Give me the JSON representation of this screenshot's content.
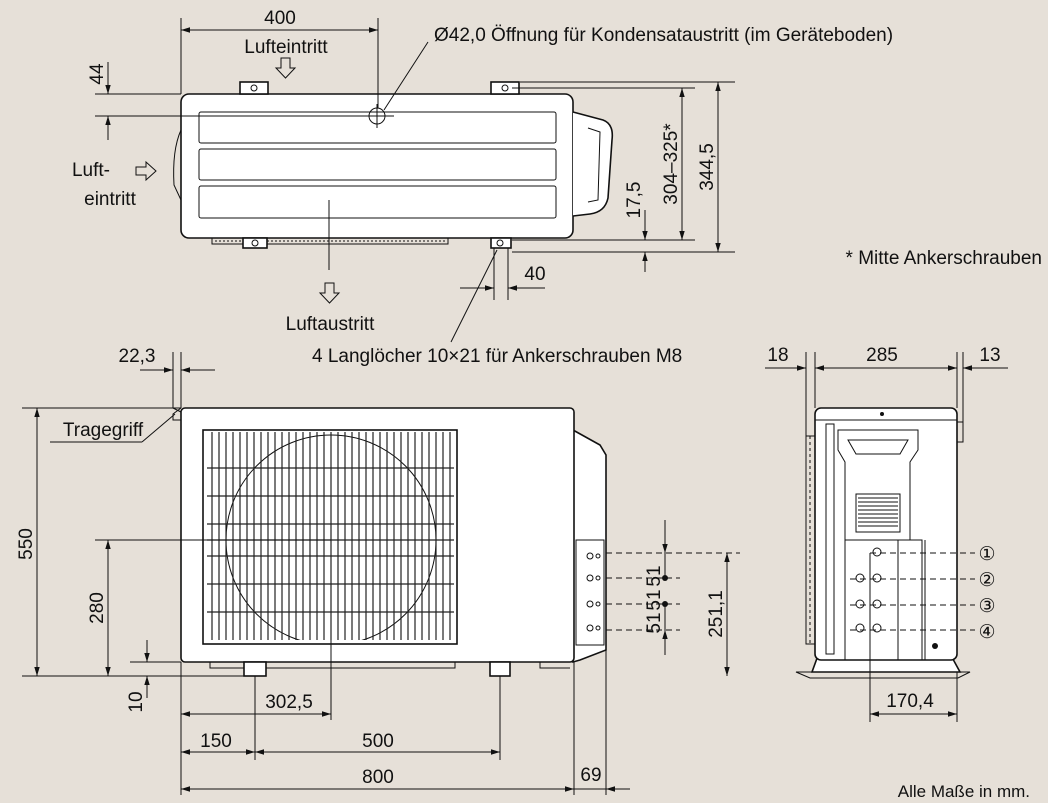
{
  "top_view": {
    "dim_width": "400",
    "dim_top_offset": "44",
    "dim_center_height": "304–325*",
    "dim_total_depth": "344,5",
    "dim_foot_offset": "17,5",
    "dim_slot_width": "40",
    "drain_label": "Ø42,0 Öffnung für Kondensataustritt (im Geräteboden)",
    "air_inlet_top": "Lufteintritt",
    "air_inlet_side_1": "Luft-",
    "air_inlet_side_2": "eintritt",
    "air_outlet": "Luftaustritt",
    "slots_label": "4 Langlöcher 10×21 für Ankerschrauben M8",
    "footnote": "* Mitte Ankerschrauben"
  },
  "front_view": {
    "dim_handle": "22,3",
    "handle_label": "Tragegriff",
    "dim_height": "550",
    "dim_fan_center": "280",
    "dim_bottom": "10",
    "dim_fan_x": "302,5",
    "dim_left_foot": "150",
    "dim_foot_spacing": "500",
    "dim_total_width": "800",
    "dim_valve_protrusion": "69",
    "dim_valve_spacing_1": "51",
    "dim_valve_spacing_2": "51",
    "dim_valve_spacing_3": "51",
    "dim_valve_height": "251,1"
  },
  "side_view": {
    "dim_left": "18",
    "dim_depth": "285",
    "dim_right": "13",
    "dim_connection": "170,4",
    "port_1": "①",
    "port_2": "②",
    "port_3": "③",
    "port_4": "④"
  },
  "units_note": "Alle Maße in mm."
}
